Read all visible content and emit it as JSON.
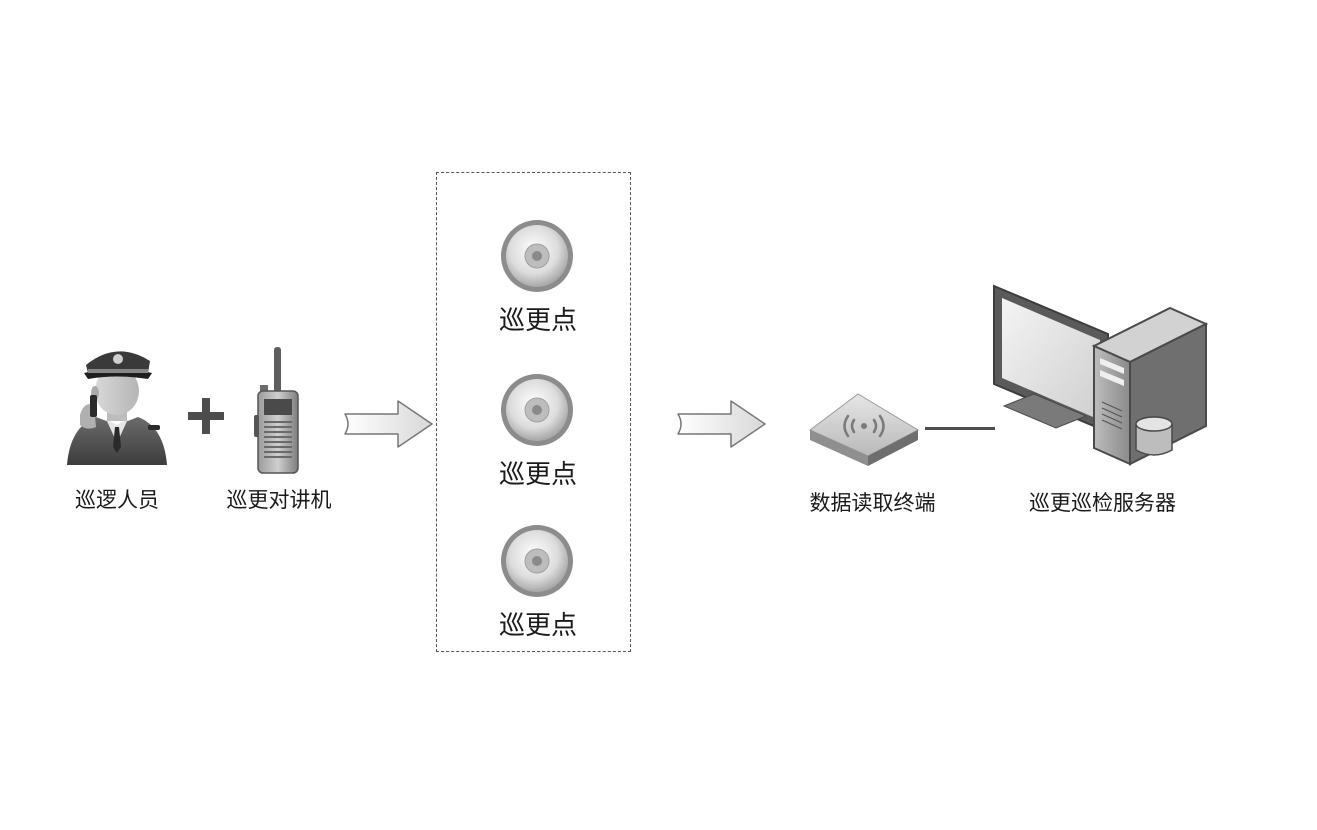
{
  "nodes": {
    "patrol_person": {
      "label": "巡逻人员",
      "icon": "guard-icon"
    },
    "radio": {
      "label": "巡更对讲机",
      "icon": "walkie-talkie-icon"
    },
    "checkpoints": [
      {
        "label": "巡更点",
        "icon": "checkpoint-icon"
      },
      {
        "label": "巡更点",
        "icon": "checkpoint-icon"
      },
      {
        "label": "巡更点",
        "icon": "checkpoint-icon"
      }
    ],
    "reader": {
      "label": "数据读取终端",
      "icon": "reader-terminal-icon"
    },
    "server": {
      "label": "巡更巡检服务器",
      "icon": "server-computer-icon"
    }
  },
  "connectors": {
    "plus": "plus-icon",
    "arrows": [
      "arrow-right-icon",
      "arrow-right-icon"
    ],
    "link": "connection-line"
  },
  "colors": {
    "icon_gray": "#8a8a8a",
    "dark": "#333333",
    "dashed_border": "#555555"
  }
}
